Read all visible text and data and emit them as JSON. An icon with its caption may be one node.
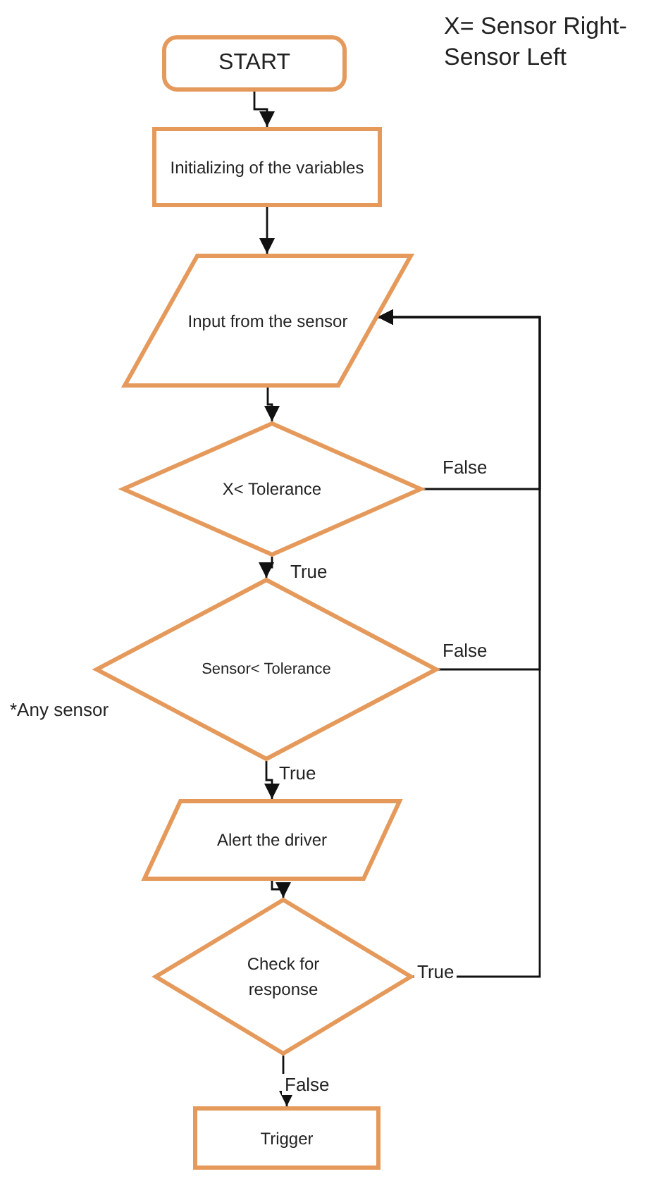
{
  "diagram": {
    "nodes": [
      {
        "text": [
          "START"
        ]
      },
      {
        "text": [
          "Initializing of the variables"
        ]
      },
      {
        "text": [
          "Input from the sensor"
        ]
      },
      {
        "text": [
          "X< Tolerance"
        ]
      },
      {
        "text": [
          "Sensor< Tolerance"
        ],
        "beside": [
          "*Any sensor"
        ]
      },
      {
        "text": [
          "Alert the driver"
        ]
      },
      {
        "text": [
          "Check for response"
        ]
      },
      {
        "text": [
          "Trigger"
        ]
      }
    ],
    "edges": [
      {
        "from": 0,
        "to": 1,
        "arrow": "to"
      },
      {
        "from": 1,
        "to": 2,
        "arrow": "to"
      },
      {
        "from": 2,
        "to": 3,
        "arrow": "to"
      },
      {
        "from": 3,
        "to": 4,
        "arrow": "to",
        "label": "True"
      },
      {
        "from": 3,
        "to": 2,
        "arrow": "to",
        "label": "False"
      },
      {
        "from": 4,
        "to": 5,
        "arrow": "to",
        "label": "True"
      },
      {
        "from": 4,
        "to": 2,
        "arrow": "to",
        "label": "False"
      },
      {
        "from": 5,
        "to": 6,
        "arrow": "to"
      },
      {
        "from": 6,
        "to": 7,
        "arrow": "to",
        "label": "False"
      },
      {
        "from": 6,
        "to": 2,
        "arrow": "to",
        "label": "True"
      }
    ],
    "labels": [
      "X= Sensor Right- Sensor Left"
    ]
  }
}
